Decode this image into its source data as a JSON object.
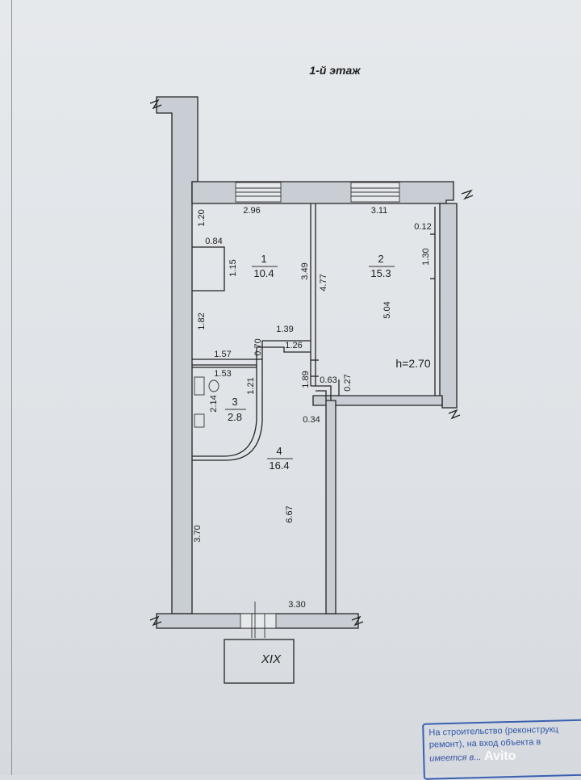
{
  "title": "1-й  этаж",
  "rooms": [
    {
      "number": "1",
      "area": "10.4"
    },
    {
      "number": "2",
      "area": "15.3"
    },
    {
      "number": "3",
      "area": "2.8"
    },
    {
      "number": "4",
      "area": "16.4"
    }
  ],
  "ceiling_height": "h=2.70",
  "axis_marker": "XIX",
  "dimensions": {
    "d_2_96": "2.96",
    "d_3_11": "3.11",
    "d_1_20": "1.20",
    "d_0_12": "0.12",
    "d_0_84": "0.84",
    "d_1_30": "1.30",
    "d_1_15": "1.15",
    "d_3_49": "3.49",
    "d_4_77": "4.77",
    "d_5_04": "5.04",
    "d_1_82": "1.82",
    "d_1_39": "1.39",
    "d_0_70": "0.70",
    "d_1_26": "1.26",
    "d_1_57": "1.57",
    "d_1_53": "1.53",
    "d_1_21": "1.21",
    "d_1_89": "1.89",
    "d_0_63": "0.63",
    "d_0_27": "0.27",
    "d_2_14": "2.14",
    "d_0_34": "0.34",
    "d_3_70": "3.70",
    "d_6_67": "6.67",
    "d_3_30": "3.30"
  },
  "stamp": {
    "line1": "На строительство (реконструкц",
    "line2": "ремонт), на вход объекта в",
    "handwritten": "имеется в..."
  },
  "watermark": "Avito"
}
